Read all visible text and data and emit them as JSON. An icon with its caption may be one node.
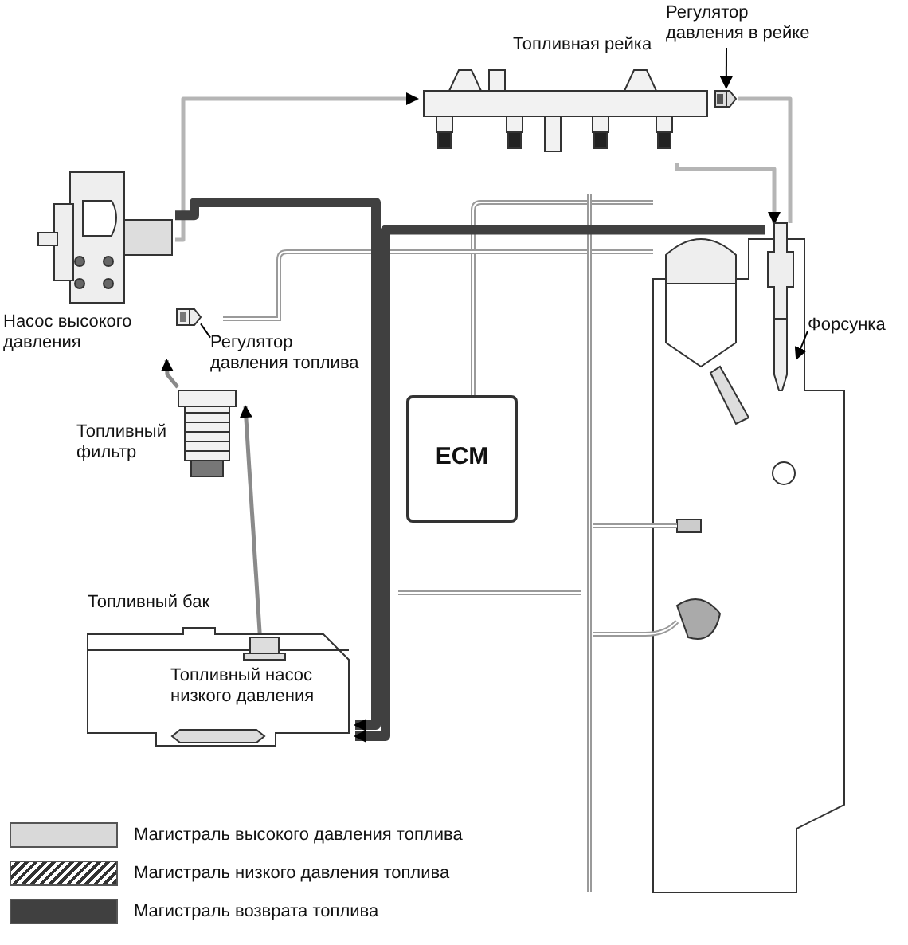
{
  "diagram": {
    "nodes": [
      {
        "text": [
          "Топливная рейка"
        ]
      },
      {
        "text": [
          "Регулятор давления в рейке"
        ]
      },
      {
        "text": [],
        "shape": "picture"
      },
      {
        "text": [
          "Насос высокого давления"
        ]
      },
      {
        "text": [
          "Регулятор давления топлива"
        ]
      },
      {
        "text": [],
        "shape": "picture"
      },
      {
        "text": [
          "Топливный фильтр"
        ]
      },
      {
        "text": [
          "ECM"
        ]
      },
      {
        "text": [
          "Форсунка"
        ]
      },
      {
        "text": [],
        "shape": "picture"
      },
      {
        "text": [
          "Топливный бак"
        ]
      },
      {
        "text": [
          "Топливный насос низкого давления"
        ],
        "in": 10
      }
    ],
    "edges": [
      {
        "from": 11,
        "to": 6,
        "arrow": "to",
        "color": "#8a8a8a"
      },
      {
        "from": 6,
        "to": 3,
        "arrow": "to",
        "color": "#8a8a8a"
      },
      {
        "from": 3,
        "to": 0,
        "arrow": "to"
      },
      {
        "from": 0,
        "to": 9,
        "arrow": "to"
      },
      {
        "from": 2,
        "to": 9,
        "arrow": "none"
      },
      {
        "from": 3,
        "to": 10,
        "arrow": "to",
        "style": "thick",
        "color": "#404040"
      },
      {
        "from": 9,
        "to": 10,
        "arrow": "to",
        "style": "thick",
        "color": "#404040"
      },
      {
        "from": 1,
        "to": 2,
        "arrow": "to",
        "color": "#000000"
      },
      {
        "from": 4,
        "to": 5,
        "arrow": "none",
        "color": "#000000"
      },
      {
        "from": 8,
        "to": 9,
        "arrow": "to",
        "color": "#000000"
      }
    ],
    "legend": [
      {
        "text": "Магистраль высокого давления топлива",
        "color": "#d9d9d9"
      },
      {
        "text": "Магистраль низкого давления топлива"
      },
      {
        "text": "Магистраль возврата топлива",
        "color": "#404040"
      }
    ]
  }
}
